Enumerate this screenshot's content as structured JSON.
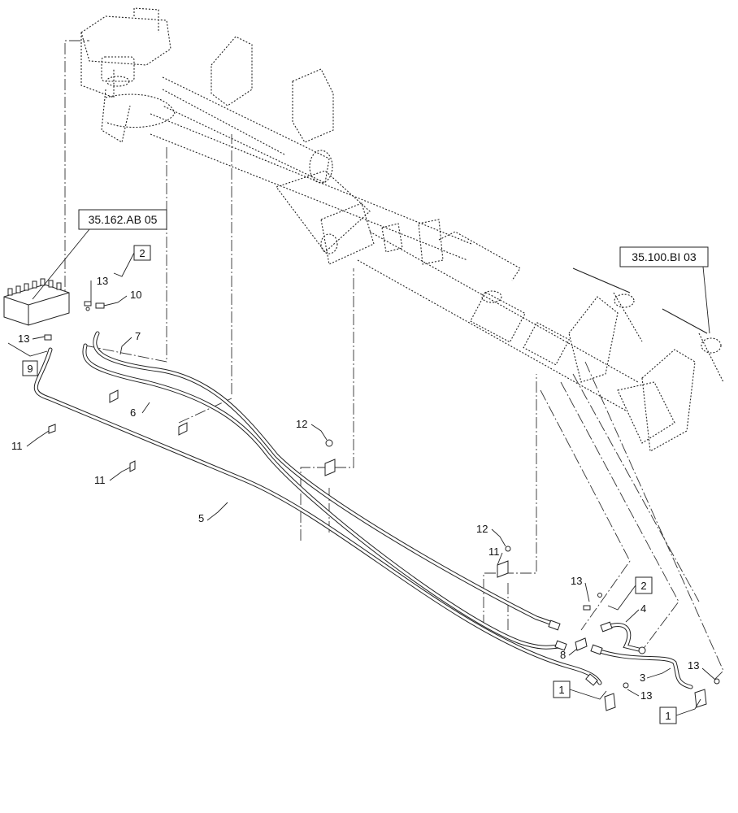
{
  "references": {
    "valve_ref": "35.162.AB 05",
    "cylinder_ref": "35.100.BI 03"
  },
  "boxed_callouts": {
    "top_left_2": "2",
    "left_9": "9",
    "right_2": "2",
    "bottom_1_left": "1",
    "bottom_1_right": "1"
  },
  "callouts": {
    "c13_top": "13",
    "c10": "10",
    "c13_left": "13",
    "c7": "7",
    "c6": "6",
    "c11_a": "11",
    "c11_b": "11",
    "c5": "5",
    "c12_mid": "12",
    "c12_right": "12",
    "c11_c": "11",
    "c13_right": "13",
    "c4": "4",
    "c8": "8",
    "c3": "3",
    "c13_bottom_mid": "13",
    "c13_bottom_right": "13"
  }
}
